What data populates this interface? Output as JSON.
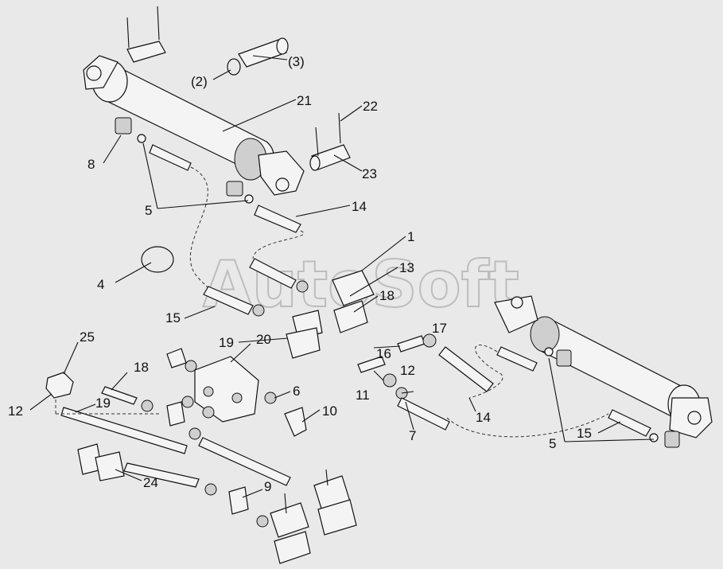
{
  "watermark": "AutoSoft",
  "colors": {
    "background": "#e9e9e9",
    "line": "#111111",
    "part_fill": "#f4f4f4"
  },
  "callouts": {
    "c1": "1",
    "c2": "(2)",
    "c3": "(3)",
    "c4": "4",
    "c5a": "5",
    "c5b": "5",
    "c6": "6",
    "c7": "7",
    "c8": "8",
    "c9": "9",
    "c10": "10",
    "c11": "11",
    "c12a": "12",
    "c12b": "12",
    "c13": "13",
    "c14a": "14",
    "c14b": "14",
    "c15a": "15",
    "c15b": "15",
    "c16": "16",
    "c17": "17",
    "c18a": "18",
    "c18b": "18",
    "c19a": "19",
    "c19b": "19",
    "c20": "20",
    "c21": "21",
    "c22": "22",
    "c23": "23",
    "c24": "24",
    "c25": "25"
  }
}
